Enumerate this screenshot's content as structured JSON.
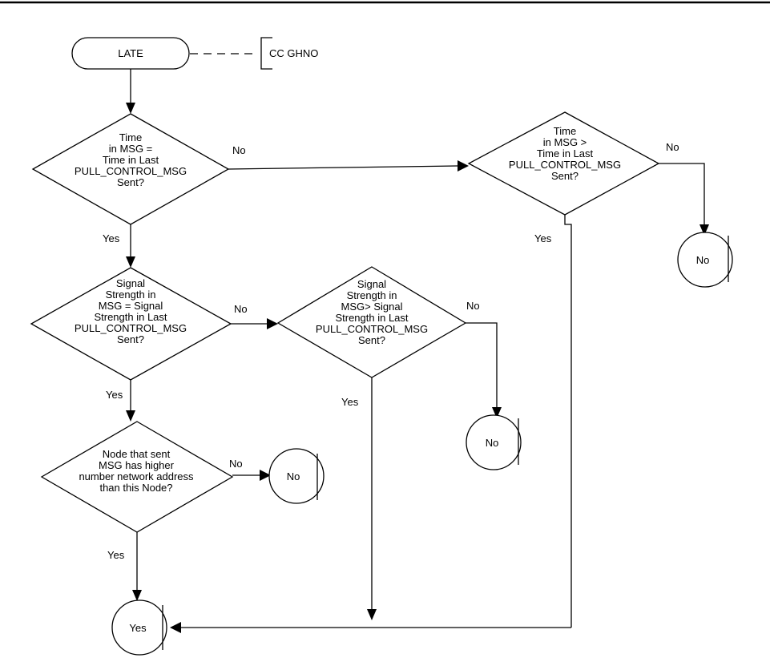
{
  "start": {
    "label": "LATE"
  },
  "annotation": {
    "label": "CC GHNO"
  },
  "decisions": {
    "time_equal": [
      "Time",
      "in MSG =",
      "Time in Last",
      "PULL_CONTROL_MSG",
      "Sent?"
    ],
    "time_greater": [
      "Time",
      "in MSG >",
      "Time in Last",
      "PULL_CONTROL_MSG",
      "Sent?"
    ],
    "signal_equal": [
      "Signal",
      "Strength in",
      "MSG = Signal",
      "Strength in Last",
      "PULL_CONTROL_MSG",
      "Sent?"
    ],
    "signal_greater": [
      "Signal",
      "Strength in",
      "MSG> Signal",
      "Strength in Last",
      "PULL_CONTROL_MSG",
      "Sent?"
    ],
    "node_address": [
      "Node that sent",
      "MSG has higher",
      "number network address",
      "than this Node?"
    ]
  },
  "branch_labels": {
    "yes": "Yes",
    "no": "No"
  },
  "terminals": {
    "no_label": "No",
    "yes_label": "Yes"
  }
}
